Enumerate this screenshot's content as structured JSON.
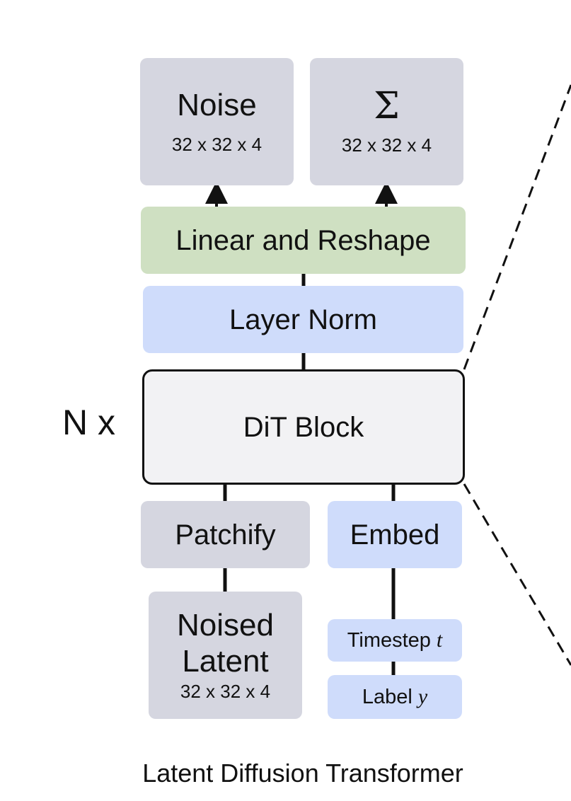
{
  "caption": "Latent Diffusion Transformer",
  "repeat_label": "N x",
  "outputs": {
    "noise": {
      "title": "Noise",
      "dims": "32 x 32 x 4"
    },
    "sigma": {
      "title": "Σ",
      "dims": "32 x 32 x 4"
    }
  },
  "linear_reshape": "Linear and Reshape",
  "layer_norm": "Layer Norm",
  "dit_block": "DiT Block",
  "patchify": "Patchify",
  "embed": "Embed",
  "noised_latent": {
    "line1": "Noised",
    "line2": "Latent",
    "dims": "32 x 32 x 4"
  },
  "timestep": {
    "text": "Timestep",
    "var": "t"
  },
  "label": {
    "text": "Label",
    "var": "y"
  },
  "colors": {
    "gray_box": "#d5d6e0",
    "green_box": "#cfe0c2",
    "blue_box": "#cfdcfb",
    "dit_box": "#f2f2f4"
  }
}
